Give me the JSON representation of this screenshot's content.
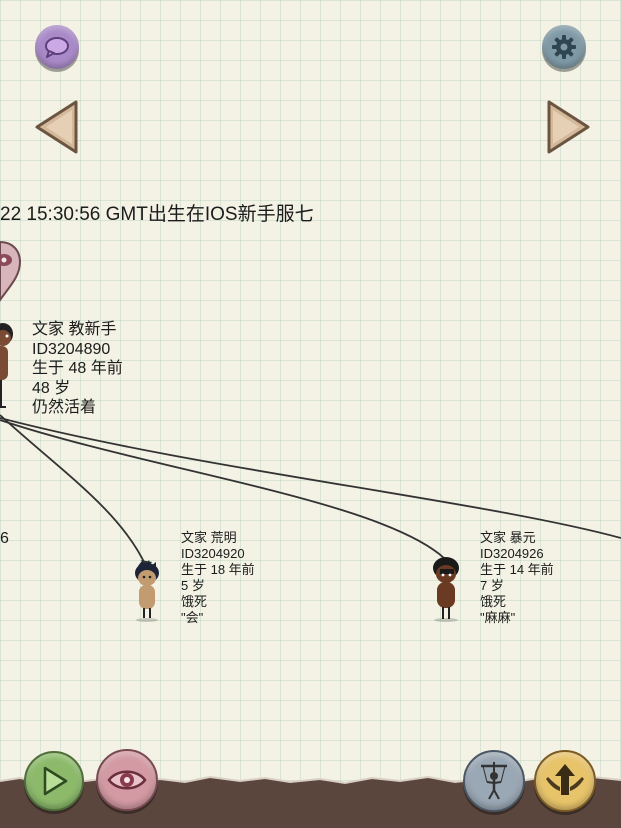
{
  "birth_line": "22 15:30:56 GMT出生在IOS新手服七",
  "main_person": {
    "name": "文家 教新手",
    "id": "ID3204890",
    "born": "生于 48 年前",
    "age": "48 岁",
    "status": "仍然活着"
  },
  "side_fragment": "6",
  "children": [
    {
      "name": "文家 荒明",
      "id": "ID3204920",
      "born": "生于 18 年前",
      "age": "5 岁",
      "death": "饿死",
      "last_words": "\"会\""
    },
    {
      "name": "文家 暴元",
      "id": "ID3204926",
      "born": "生于 14 年前",
      "age": "7 岁",
      "death": "饿死",
      "last_words": "\"麻麻\""
    }
  ],
  "icons": {
    "chat": "chat-bubble-icon",
    "settings": "gear-icon",
    "prev": "left-arrow-icon",
    "next": "right-arrow-icon",
    "play": "play-icon",
    "eye": "eye-icon",
    "puppet": "puppet-icon",
    "ascend": "winged-up-arrow-icon"
  },
  "colors": {
    "chat_button": "#a98ac8",
    "settings_button": "#7f9aa6",
    "arrow": "#d3b99a",
    "play_button": "#8cba6a",
    "eye_button": "#d39aa3",
    "puppet_button": "#9aa7b4",
    "ascend_button": "#e7c36a",
    "ground": "#5b463e"
  }
}
